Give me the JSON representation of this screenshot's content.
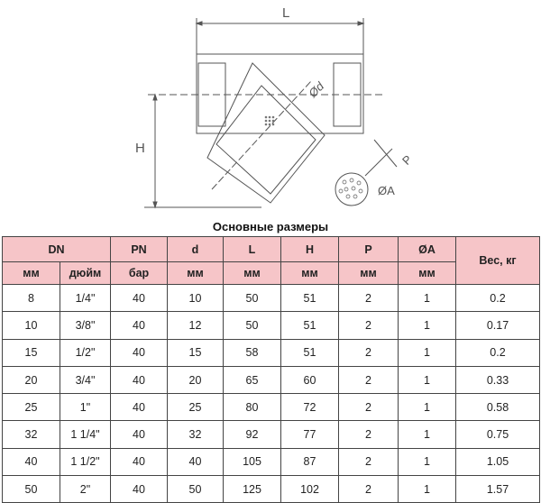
{
  "drawing": {
    "labels": {
      "L": "L",
      "H": "H",
      "d": "Ød",
      "P": "P",
      "A": "ØA"
    }
  },
  "title": "Основные размеры",
  "headers": {
    "dn": "DN",
    "pn": "PN",
    "d": "d",
    "l": "L",
    "h": "H",
    "p": "P",
    "a": "ØA",
    "weight": "Вес, кг",
    "units": [
      "мм",
      "дюйм",
      "бар",
      "мм",
      "мм",
      "мм",
      "мм",
      "мм"
    ]
  },
  "rows": [
    [
      "8",
      "1/4\"",
      "40",
      "10",
      "50",
      "51",
      "2",
      "1",
      "0.2"
    ],
    [
      "10",
      "3/8\"",
      "40",
      "12",
      "50",
      "51",
      "2",
      "1",
      "0.17"
    ],
    [
      "15",
      "1/2\"",
      "40",
      "15",
      "58",
      "51",
      "2",
      "1",
      "0.2"
    ],
    [
      "20",
      "3/4\"",
      "40",
      "20",
      "65",
      "60",
      "2",
      "1",
      "0.33"
    ],
    [
      "25",
      "1\"",
      "40",
      "25",
      "80",
      "72",
      "2",
      "1",
      "0.58"
    ],
    [
      "32",
      "1 1/4\"",
      "40",
      "32",
      "92",
      "77",
      "2",
      "1",
      "0.75"
    ],
    [
      "40",
      "1 1/2\"",
      "40",
      "40",
      "105",
      "87",
      "2",
      "1",
      "1.05"
    ],
    [
      "50",
      "2\"",
      "40",
      "50",
      "125",
      "102",
      "2",
      "1",
      "1.57"
    ]
  ]
}
